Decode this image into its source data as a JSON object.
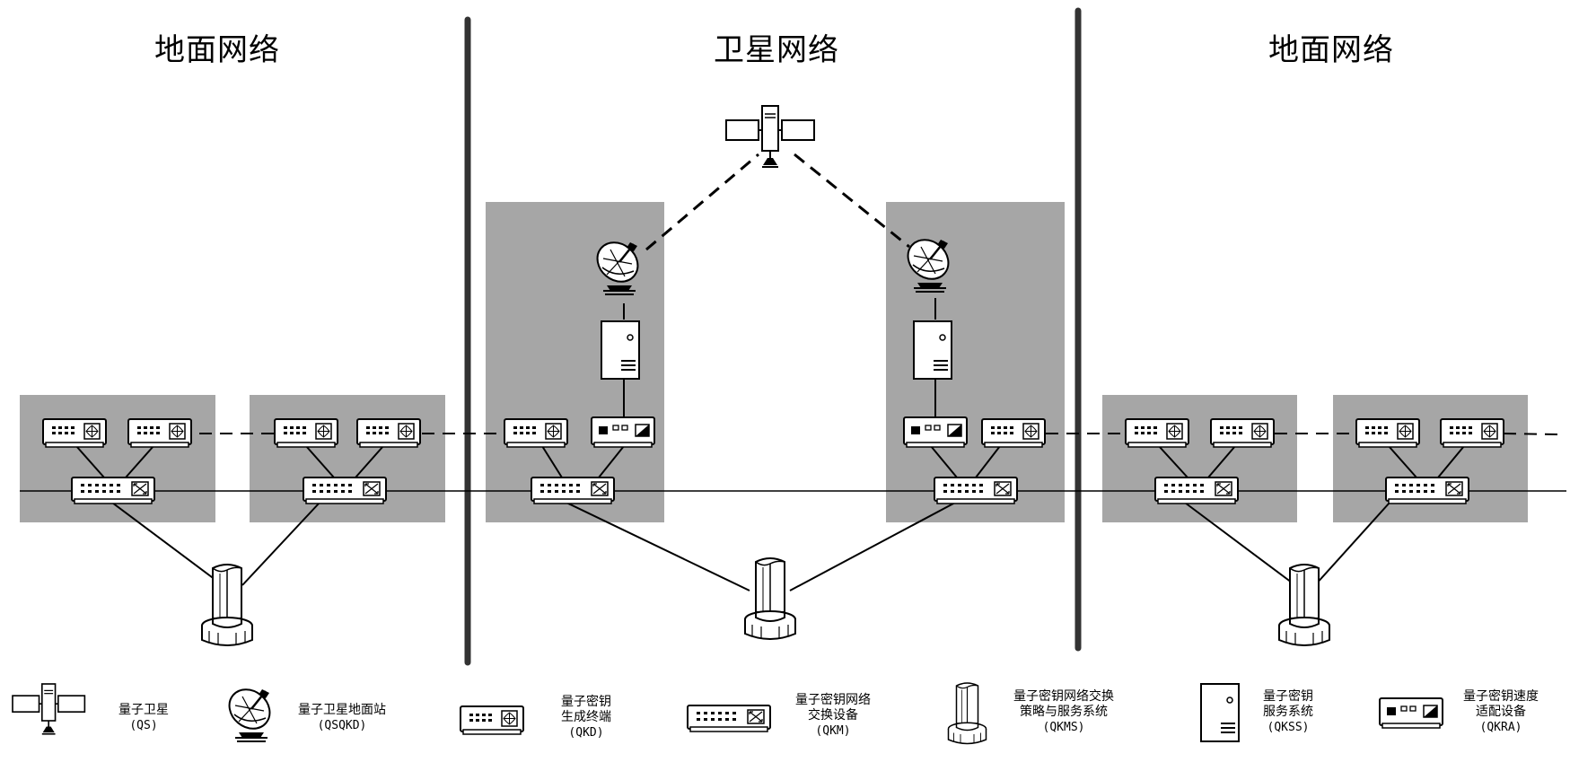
{
  "sections": {
    "left": "地面网络",
    "middle": "卫星网络",
    "right": "地面网络"
  },
  "legend": [
    {
      "icon": "quantum-satellite-icon",
      "label": "量子卫星",
      "abbr": "(QS)"
    },
    {
      "icon": "satellite-ground-station-icon",
      "label": "量子卫星地面站",
      "abbr": "(QSQKD)"
    },
    {
      "icon": "key-generation-terminal-icon",
      "label": "量子密钥\n生成终端",
      "abbr": "(QKD)"
    },
    {
      "icon": "key-network-switch-icon",
      "label": "量子密钥网络\n交换设备",
      "abbr": "(QKM)"
    },
    {
      "icon": "key-exchange-service-system-icon",
      "label": "量子密钥网络交换\n策略与服务系统",
      "abbr": "(QKMS)"
    },
    {
      "icon": "key-service-system-icon",
      "label": "量子密钥\n服务系统",
      "abbr": "(QKSS)"
    },
    {
      "icon": "key-rate-adapter-icon",
      "label": "量子密钥速度\n适配设备",
      "abbr": "(QKRA)"
    }
  ],
  "colors": {
    "node_box": "#a6a6a6",
    "line": "#000000",
    "divider": "#333333"
  }
}
